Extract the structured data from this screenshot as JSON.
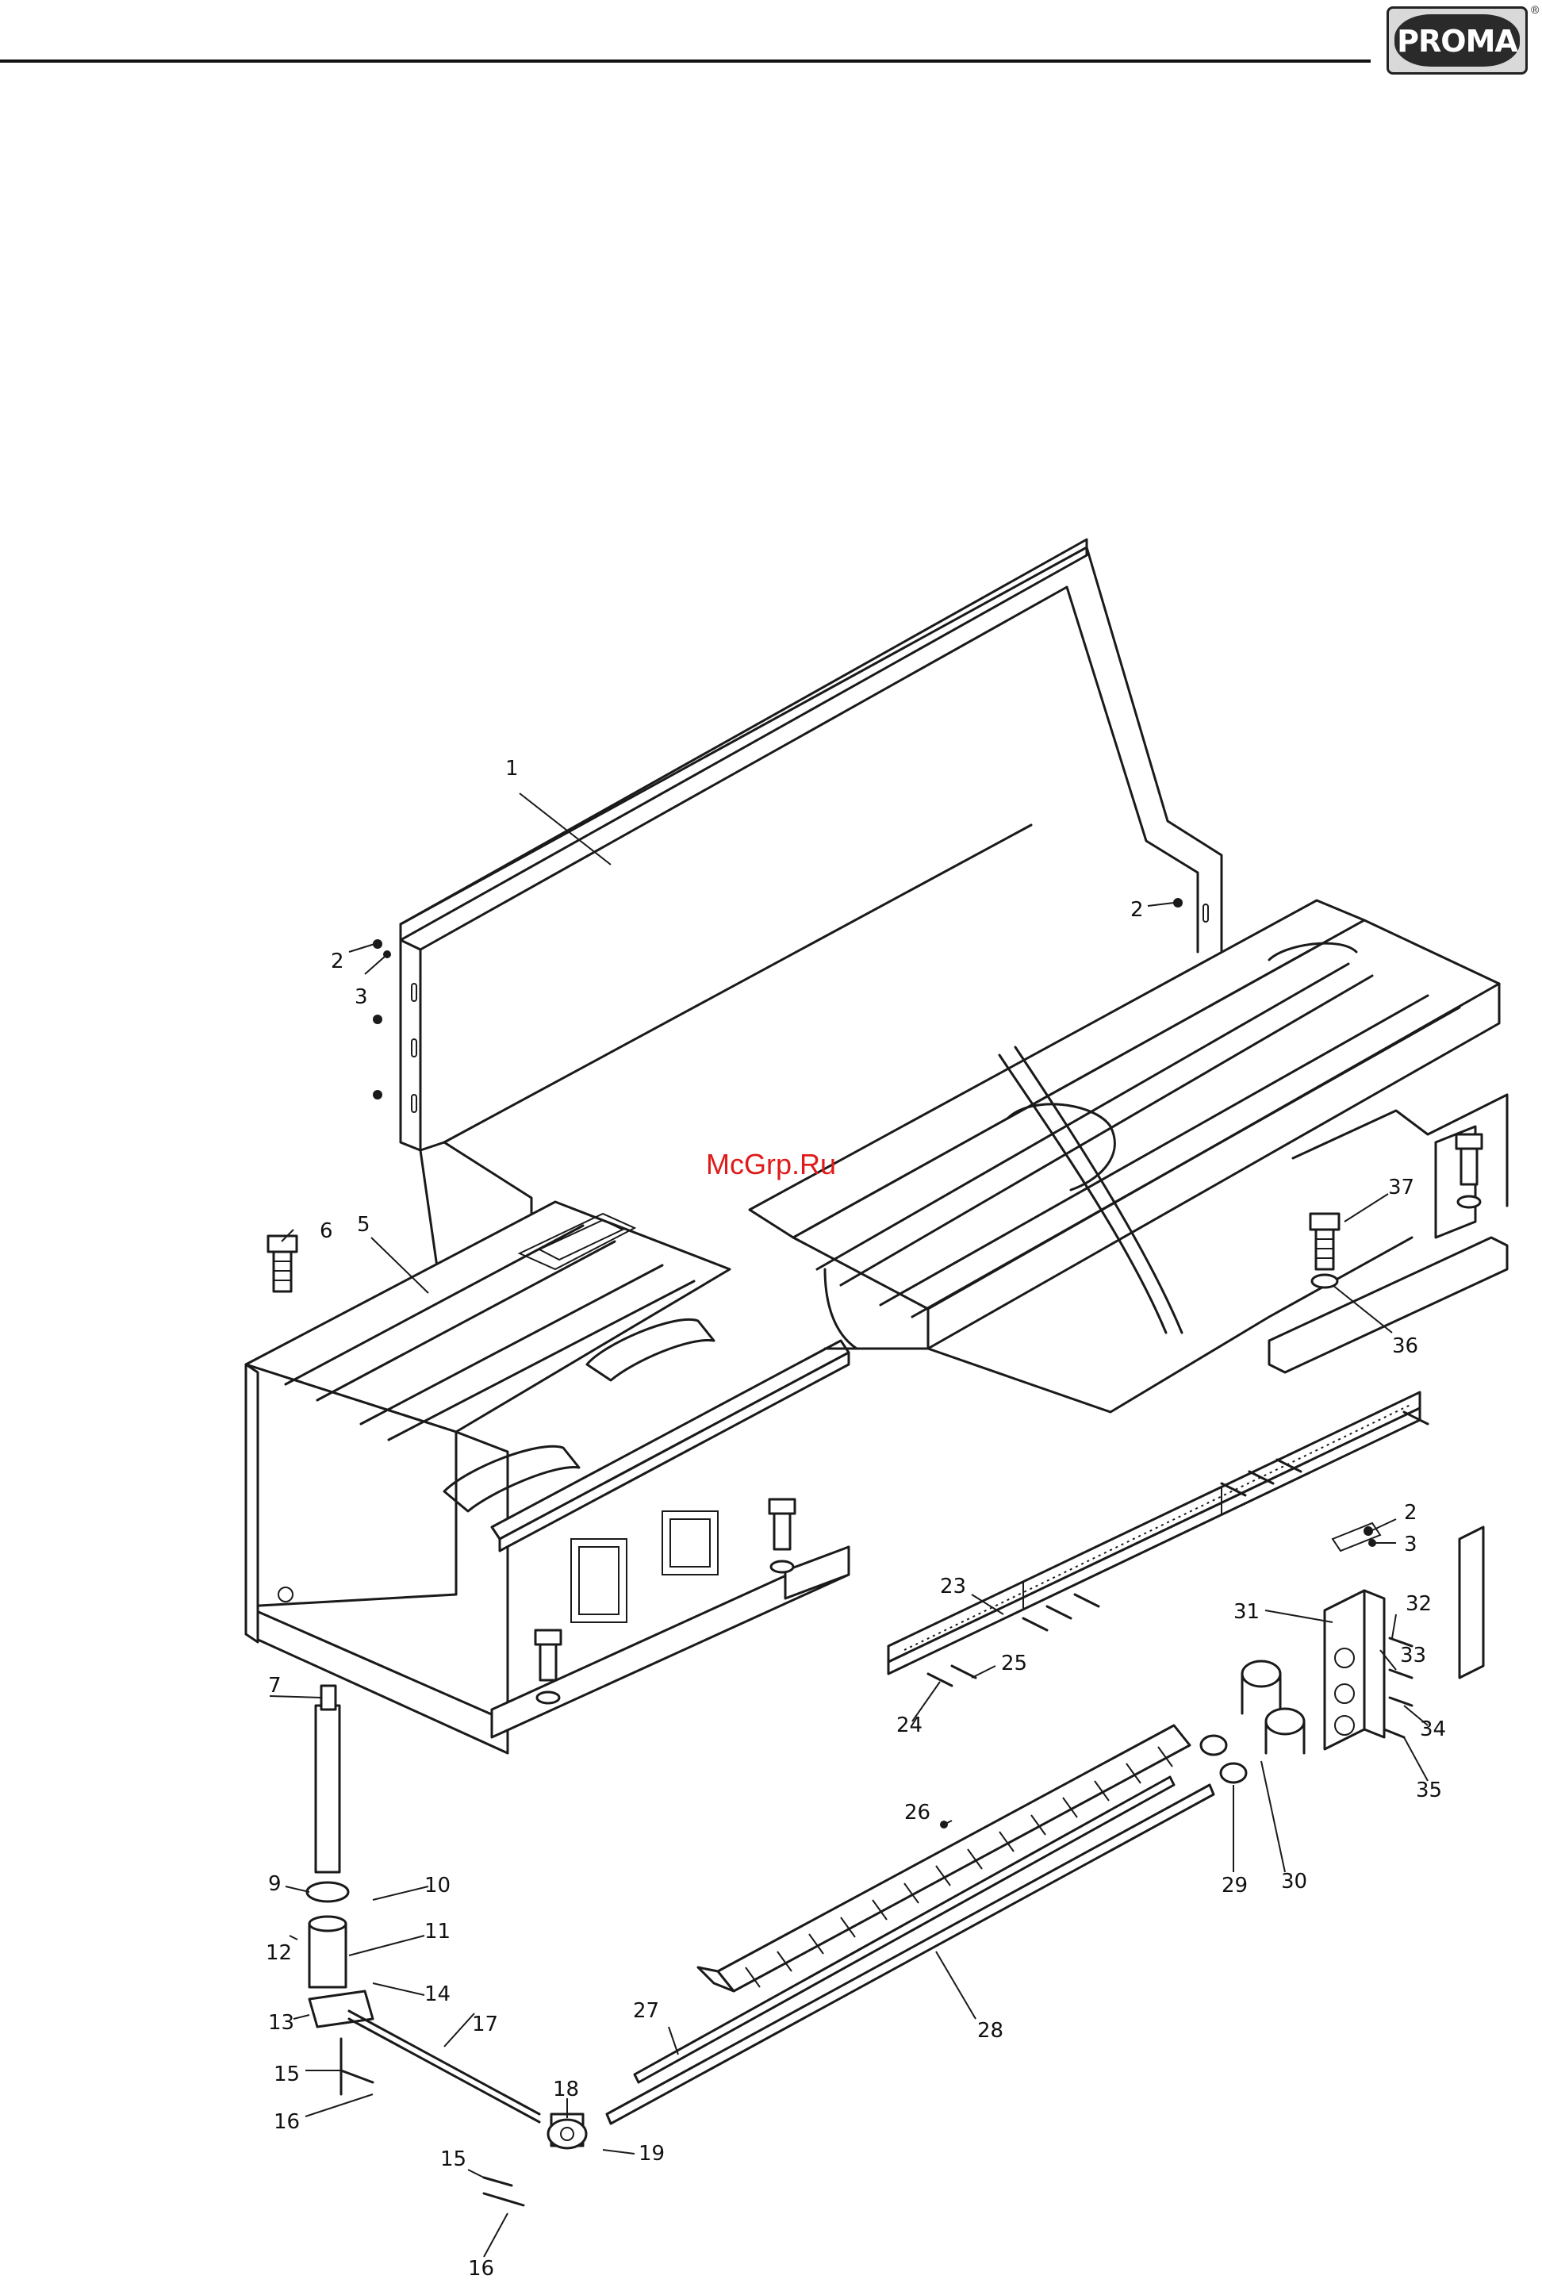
{
  "header": {
    "logo_text": "PROMA",
    "logo_registered_mark": "®"
  },
  "watermark": {
    "text": "McGrp.Ru",
    "color": "#e01a1a"
  },
  "callouts": [
    {
      "id": "c1",
      "label": "1"
    },
    {
      "id": "c2a",
      "label": "2"
    },
    {
      "id": "c3a",
      "label": "3"
    },
    {
      "id": "c2b",
      "label": "2"
    },
    {
      "id": "c6",
      "label": "6"
    },
    {
      "id": "c5",
      "label": "5"
    },
    {
      "id": "c37",
      "label": "37"
    },
    {
      "id": "c36",
      "label": "36"
    },
    {
      "id": "c2c",
      "label": "2"
    },
    {
      "id": "c3c",
      "label": "3"
    },
    {
      "id": "c23",
      "label": "23"
    },
    {
      "id": "c31",
      "label": "31"
    },
    {
      "id": "c32",
      "label": "32"
    },
    {
      "id": "c33",
      "label": "33"
    },
    {
      "id": "c25",
      "label": "25"
    },
    {
      "id": "c24",
      "label": "24"
    },
    {
      "id": "c34",
      "label": "34"
    },
    {
      "id": "c7",
      "label": "7"
    },
    {
      "id": "c35",
      "label": "35"
    },
    {
      "id": "c26",
      "label": "26"
    },
    {
      "id": "c30",
      "label": "30"
    },
    {
      "id": "c29",
      "label": "29"
    },
    {
      "id": "c9",
      "label": "9"
    },
    {
      "id": "c10",
      "label": "10"
    },
    {
      "id": "c11",
      "label": "11"
    },
    {
      "id": "c12",
      "label": "12"
    },
    {
      "id": "c14",
      "label": "14"
    },
    {
      "id": "c27",
      "label": "27"
    },
    {
      "id": "c28",
      "label": "28"
    },
    {
      "id": "c13",
      "label": "13"
    },
    {
      "id": "c17",
      "label": "17"
    },
    {
      "id": "c15a",
      "label": "15"
    },
    {
      "id": "c16a",
      "label": "16"
    },
    {
      "id": "c18",
      "label": "18"
    },
    {
      "id": "c19",
      "label": "19"
    },
    {
      "id": "c15b",
      "label": "15"
    },
    {
      "id": "c16b",
      "label": "16"
    }
  ]
}
